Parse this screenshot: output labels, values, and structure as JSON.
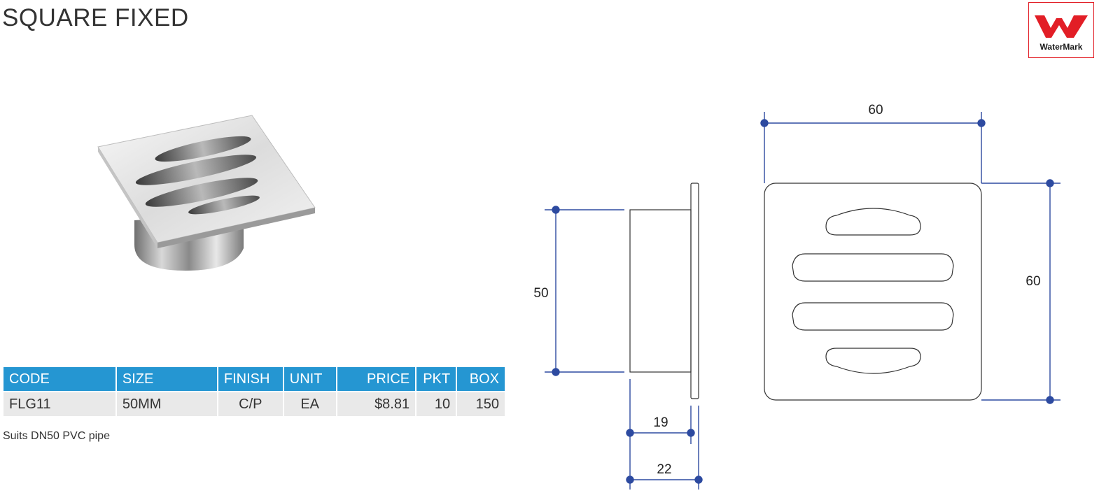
{
  "title": "SQUARE FIXED",
  "logo": {
    "text": "WaterMark",
    "accent_color": "#e21e26"
  },
  "table": {
    "headers": [
      "CODE",
      "SIZE",
      "FINISH",
      "UNIT",
      "PRICE",
      "PKT",
      "BOX"
    ],
    "row": [
      "FLG11",
      "50MM",
      "C/P",
      "EA",
      "$8.81",
      "10",
      "150"
    ],
    "header_color": "#2596d2"
  },
  "note": "Suits DN50 PVC pipe",
  "dimensions": {
    "top_width": "60",
    "right_height": "60",
    "side_height": "50",
    "depth_inner": "19",
    "depth_outer": "22"
  },
  "dimension_color": "#2d4aa0"
}
